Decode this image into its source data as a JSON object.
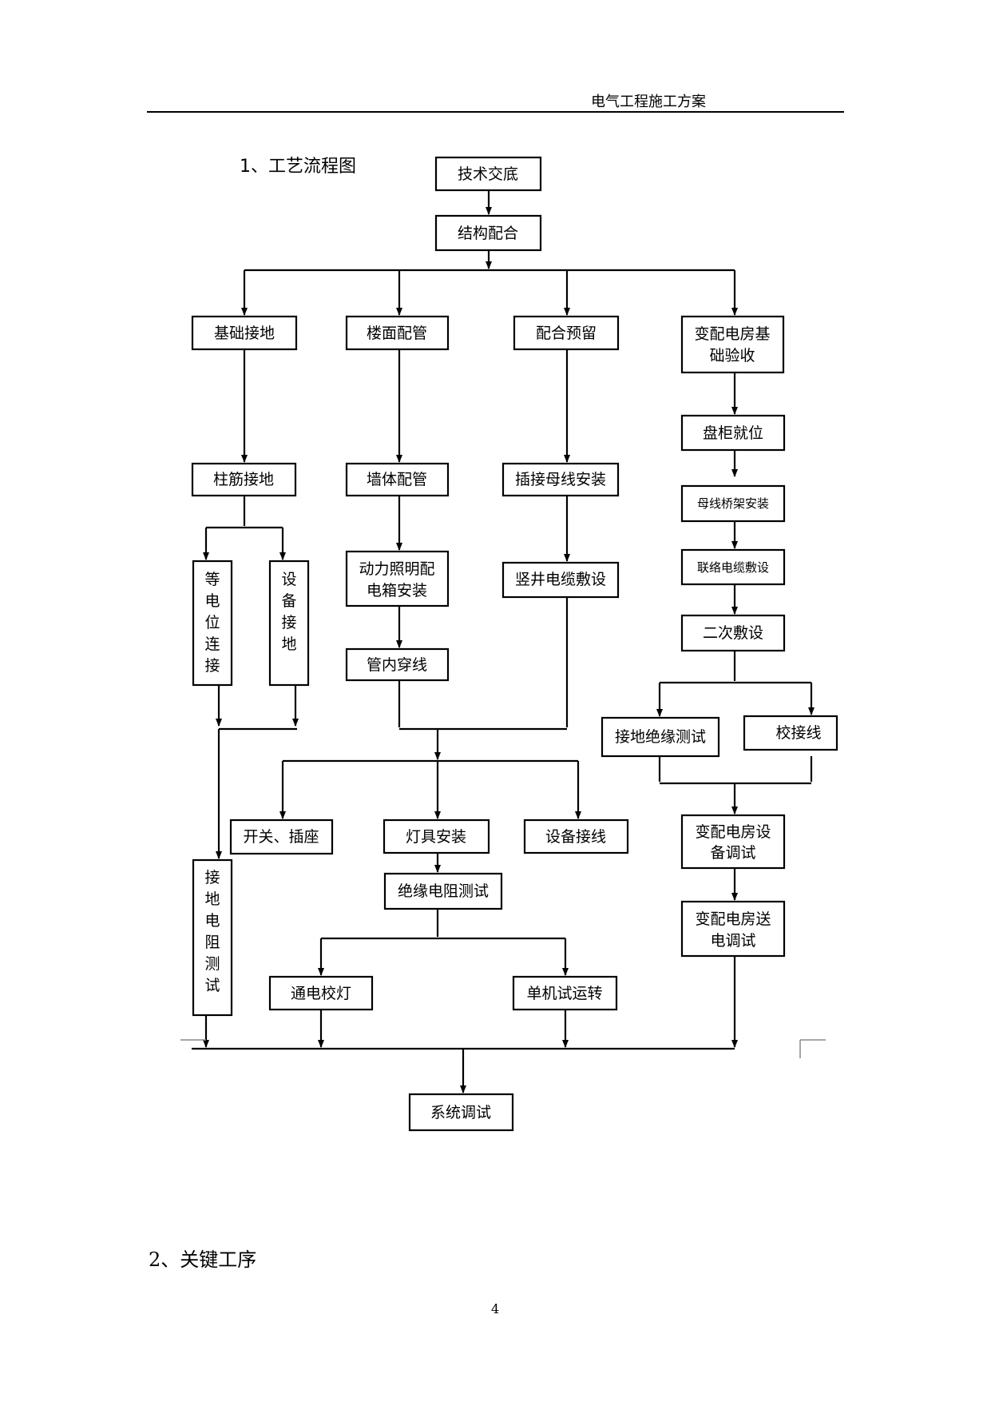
{
  "header": {
    "title": "电气工程施工方案"
  },
  "sections": {
    "s1": "1、工艺流程图",
    "s2": "2、关键工序"
  },
  "page_number": "4",
  "flow": {
    "n_jishu": "技术交底",
    "n_jiegou": "结构配合",
    "n_jichu": "基础接地",
    "n_loumian": "楼面配管",
    "n_peihe": "配合预留",
    "n_bpdjc": [
      "变配电房基",
      "础验收"
    ],
    "n_zhujin": "柱筋接地",
    "n_qiangti": "墙体配管",
    "n_chajie": "插接母线安装",
    "n_pangui": "盘柜就位",
    "n_muxian": "母线桥架安装",
    "n_dengdian": [
      "等",
      "电",
      "位",
      "连",
      "接"
    ],
    "n_shebeijd": [
      "设",
      "备",
      "接",
      "地"
    ],
    "n_dongli": [
      "动力照明配",
      "电箱安装"
    ],
    "n_shujing": "竖井电缆敷设",
    "n_lianluo": "联络电缆敷设",
    "n_erci": "二次敷设",
    "n_guannei": "管内穿线",
    "n_jdjy": "接地绝缘测试",
    "n_jiaojie": "校接线",
    "n_kaiguan": "开关、插座",
    "n_dengju": "灯具安装",
    "n_shebeijx": "设备接线",
    "n_bpdsb": [
      "变配电房设",
      "备调试"
    ],
    "n_jddz": [
      "接",
      "地",
      "电",
      "阻",
      "测",
      "试"
    ],
    "n_jydz": "绝缘电阻测试",
    "n_bpdsd": [
      "变配电房送",
      "电调试"
    ],
    "n_tongdian": "通电校灯",
    "n_danji": "单机试运转",
    "n_xitong": "系统调试"
  }
}
